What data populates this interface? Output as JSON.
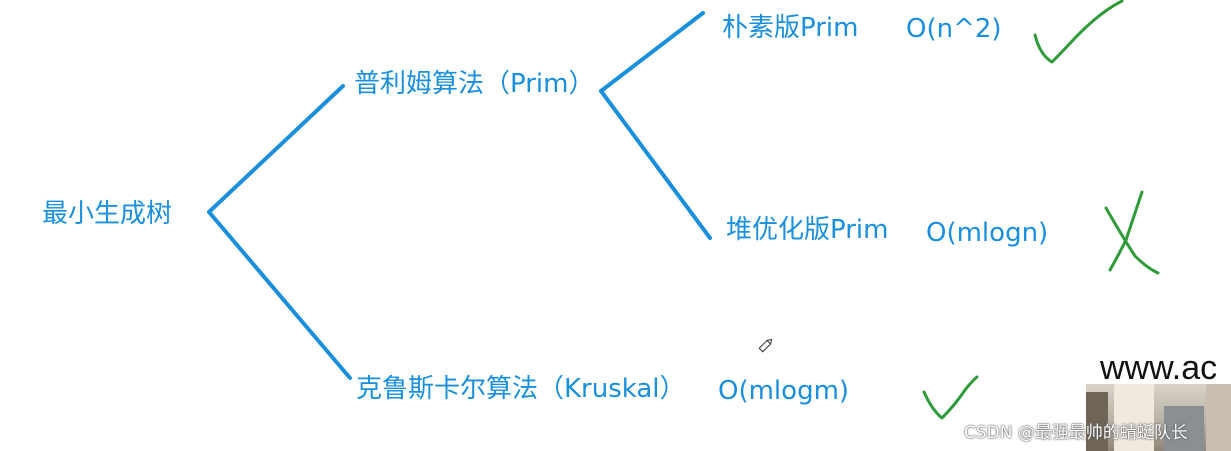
{
  "diagram": {
    "root": "最小生成树",
    "prim": {
      "label": "普利姆算法（Prim）",
      "naive": {
        "label": "朴素版Prim",
        "complexity": "O(n^2)",
        "mark": "check"
      },
      "heap": {
        "label": "堆优化版Prim",
        "complexity": "O(mlogn)",
        "mark": "cross"
      }
    },
    "kruskal": {
      "label": "克鲁斯卡尔算法（Kruskal）",
      "complexity": "O(mlogm)",
      "mark": "check"
    },
    "colors": {
      "text": "#1a8fdc",
      "line": "#1a8fdc",
      "mark": "#2e9b3a"
    }
  },
  "overlay": {
    "site_text": "www.ac",
    "watermark": "CSDN @最强最帅的蜻蜓队长",
    "icon": "pencil-cursor-icon"
  }
}
